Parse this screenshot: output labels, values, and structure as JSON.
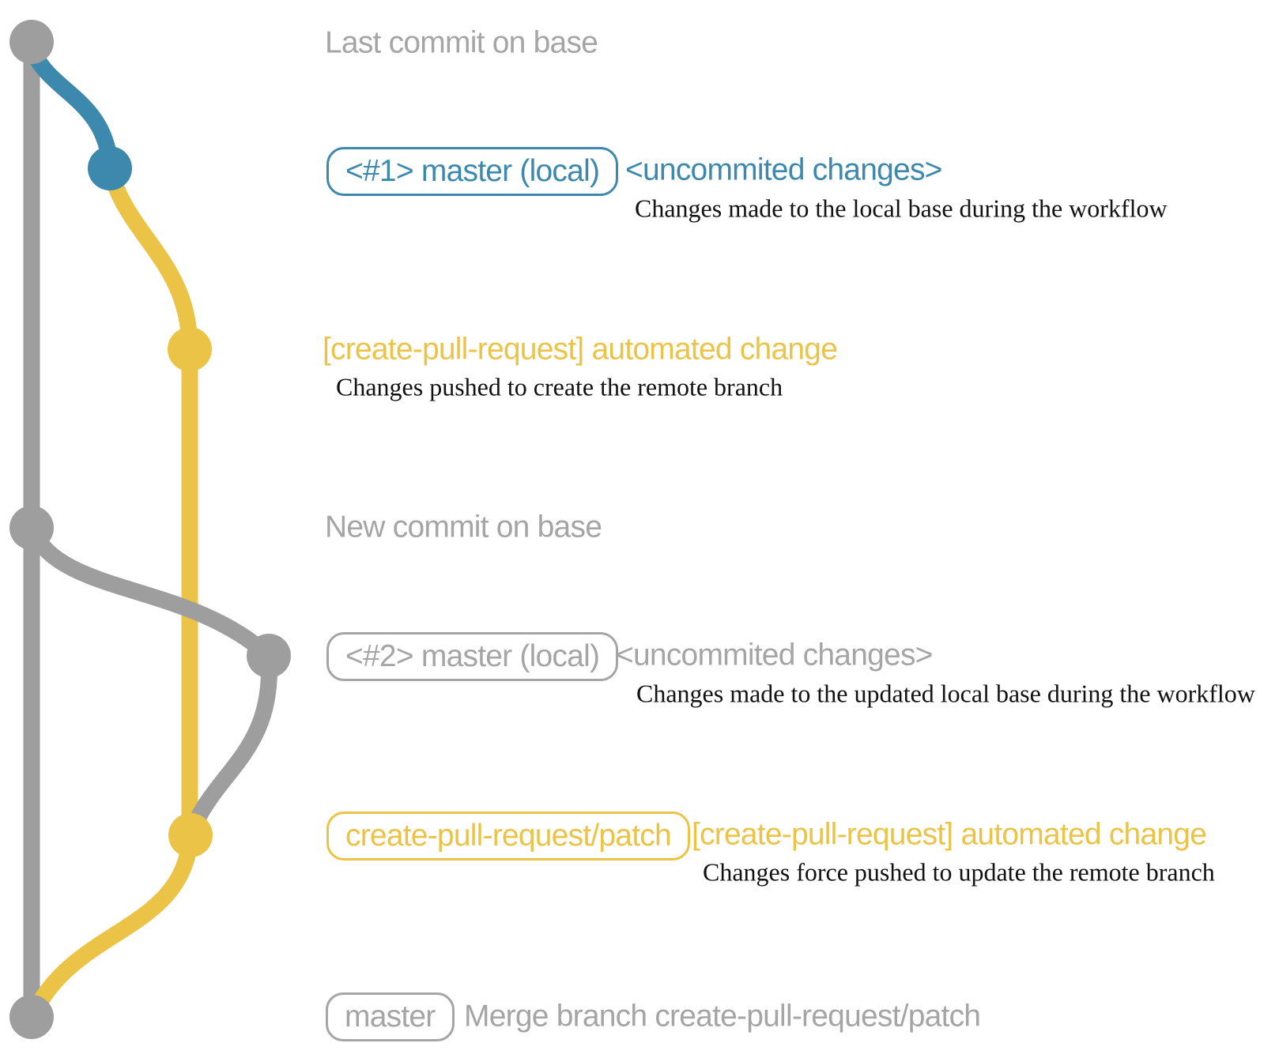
{
  "colors": {
    "blue": "#3d89ad",
    "yellow": "#ebc447",
    "gray": "#9e9e9e",
    "gray_text": "#a5a5a5",
    "ink": "#121212",
    "background": "#ffffff"
  },
  "graph": {
    "description": "git commit graph with base branch, local master branch and remote create-pull-request/patch branch",
    "commit_dot_colors": [
      "gray",
      "blue",
      "yellow",
      "gray",
      "gray",
      "yellow",
      "gray"
    ]
  },
  "rows": {
    "row1": {
      "label": "Last commit on base"
    },
    "row2": {
      "pill": "<#1> master (local)",
      "annotation": "<uncommited changes>",
      "description": "Changes made to the local base during the workflow"
    },
    "row3": {
      "annotation": "[create-pull-request] automated change",
      "description": "Changes pushed to create the remote branch"
    },
    "row4": {
      "label": "New commit on base"
    },
    "row5": {
      "pill": "<#2> master (local)",
      "annotation": "<uncommited changes>",
      "description": "Changes made to the updated local base during the workflow"
    },
    "row6": {
      "pill": "create-pull-request/patch",
      "annotation": "[create-pull-request] automated change",
      "description": "Changes force pushed to update the remote branch"
    },
    "row7": {
      "pill": "master",
      "annotation": "Merge branch create-pull-request/patch"
    }
  }
}
